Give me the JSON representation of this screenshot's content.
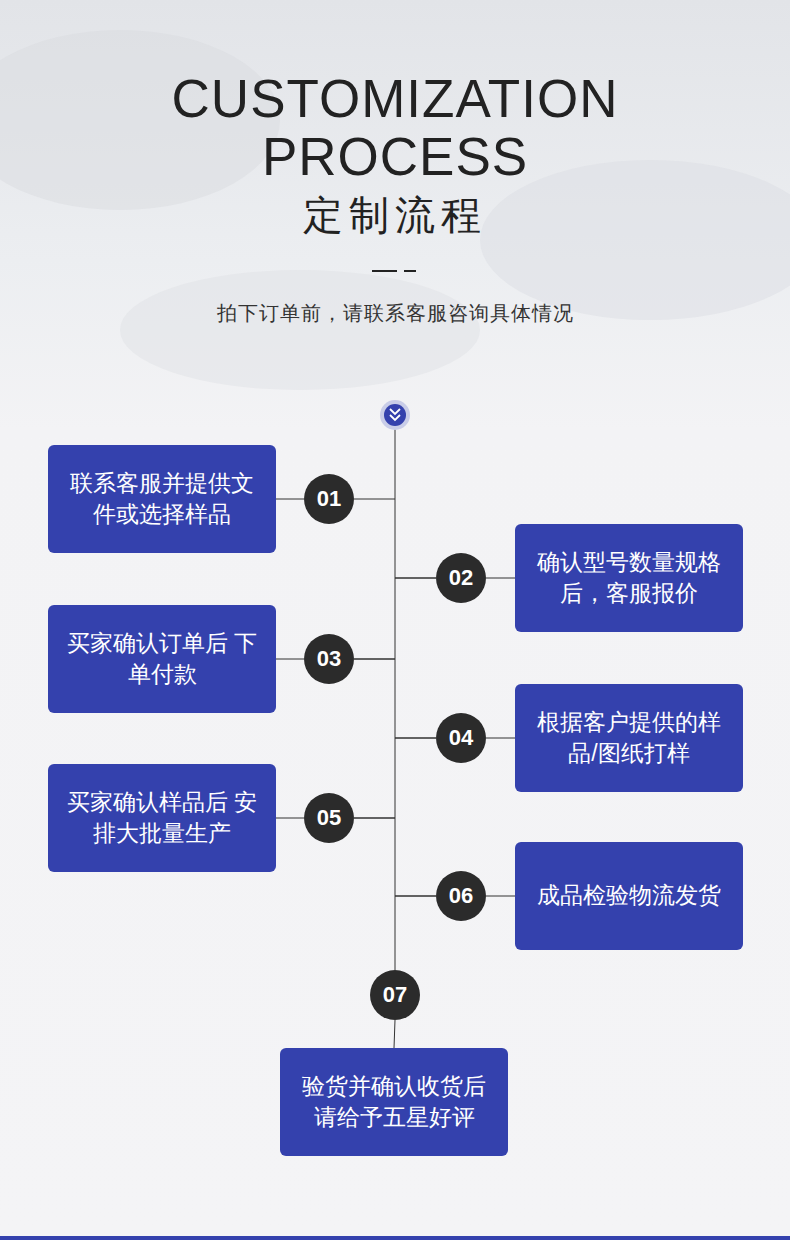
{
  "diagram": {
    "title": "CUSTOMIZATION PROCESS",
    "nodes": [
      {
        "text": [
          "联系客服并提供文 件或选择样品"
        ]
      },
      {
        "text": [
          "01"
        ]
      },
      {
        "text": [
          "02"
        ]
      },
      {
        "text": [
          "确认型号数量规格 后，客服报价"
        ]
      },
      {
        "text": [
          "买家确认订单后 下单付款"
        ]
      },
      {
        "text": [
          "03"
        ]
      },
      {
        "text": [
          "04"
        ]
      },
      {
        "text": [
          "根据客户提供的样 品/图纸打样"
        ]
      },
      {
        "text": [
          "买家确认样品后 安排大批量生产"
        ]
      },
      {
        "text": [
          "05"
        ]
      },
      {
        "text": [
          "06"
        ]
      },
      {
        "text": [
          "成品检验物流发货"
        ]
      },
      {
        "text": [
          "07"
        ]
      },
      {
        "text": [
          "验货并确认收货后 请给予五星好评"
        ]
      }
    ],
    "edges": [
      {
        "from": 0,
        "to": 1,
        "arrow": "none"
      },
      {
        "from": 1,
        "to": 2,
        "arrow": "none"
      },
      {
        "from": 2,
        "to": 3,
        "arrow": "none"
      },
      {
        "from": 2,
        "to": 5,
        "arrow": "none"
      },
      {
        "from": 4,
        "to": 5,
        "arrow": "none"
      },
      {
        "from": 5,
        "to": 6,
        "arrow": "none"
      },
      {
        "from": 6,
        "to": 7,
        "arrow": "none"
      },
      {
        "from": 6,
        "to": 9,
        "arrow": "none"
      },
      {
        "from": 8,
        "to": 9,
        "arrow": "none"
      },
      {
        "from": 9,
        "to": 10,
        "arrow": "none"
      },
      {
        "from": 10,
        "to": 11,
        "arrow": "none"
      },
      {
        "from": 10,
        "to": 12,
        "arrow": "none"
      },
      {
        "from": 12,
        "to": 13,
        "arrow": "none"
      }
    ],
    "labels": [
      "定制流程",
      "拍下订单前，请联系客服咨询具体情况"
    ]
  }
}
